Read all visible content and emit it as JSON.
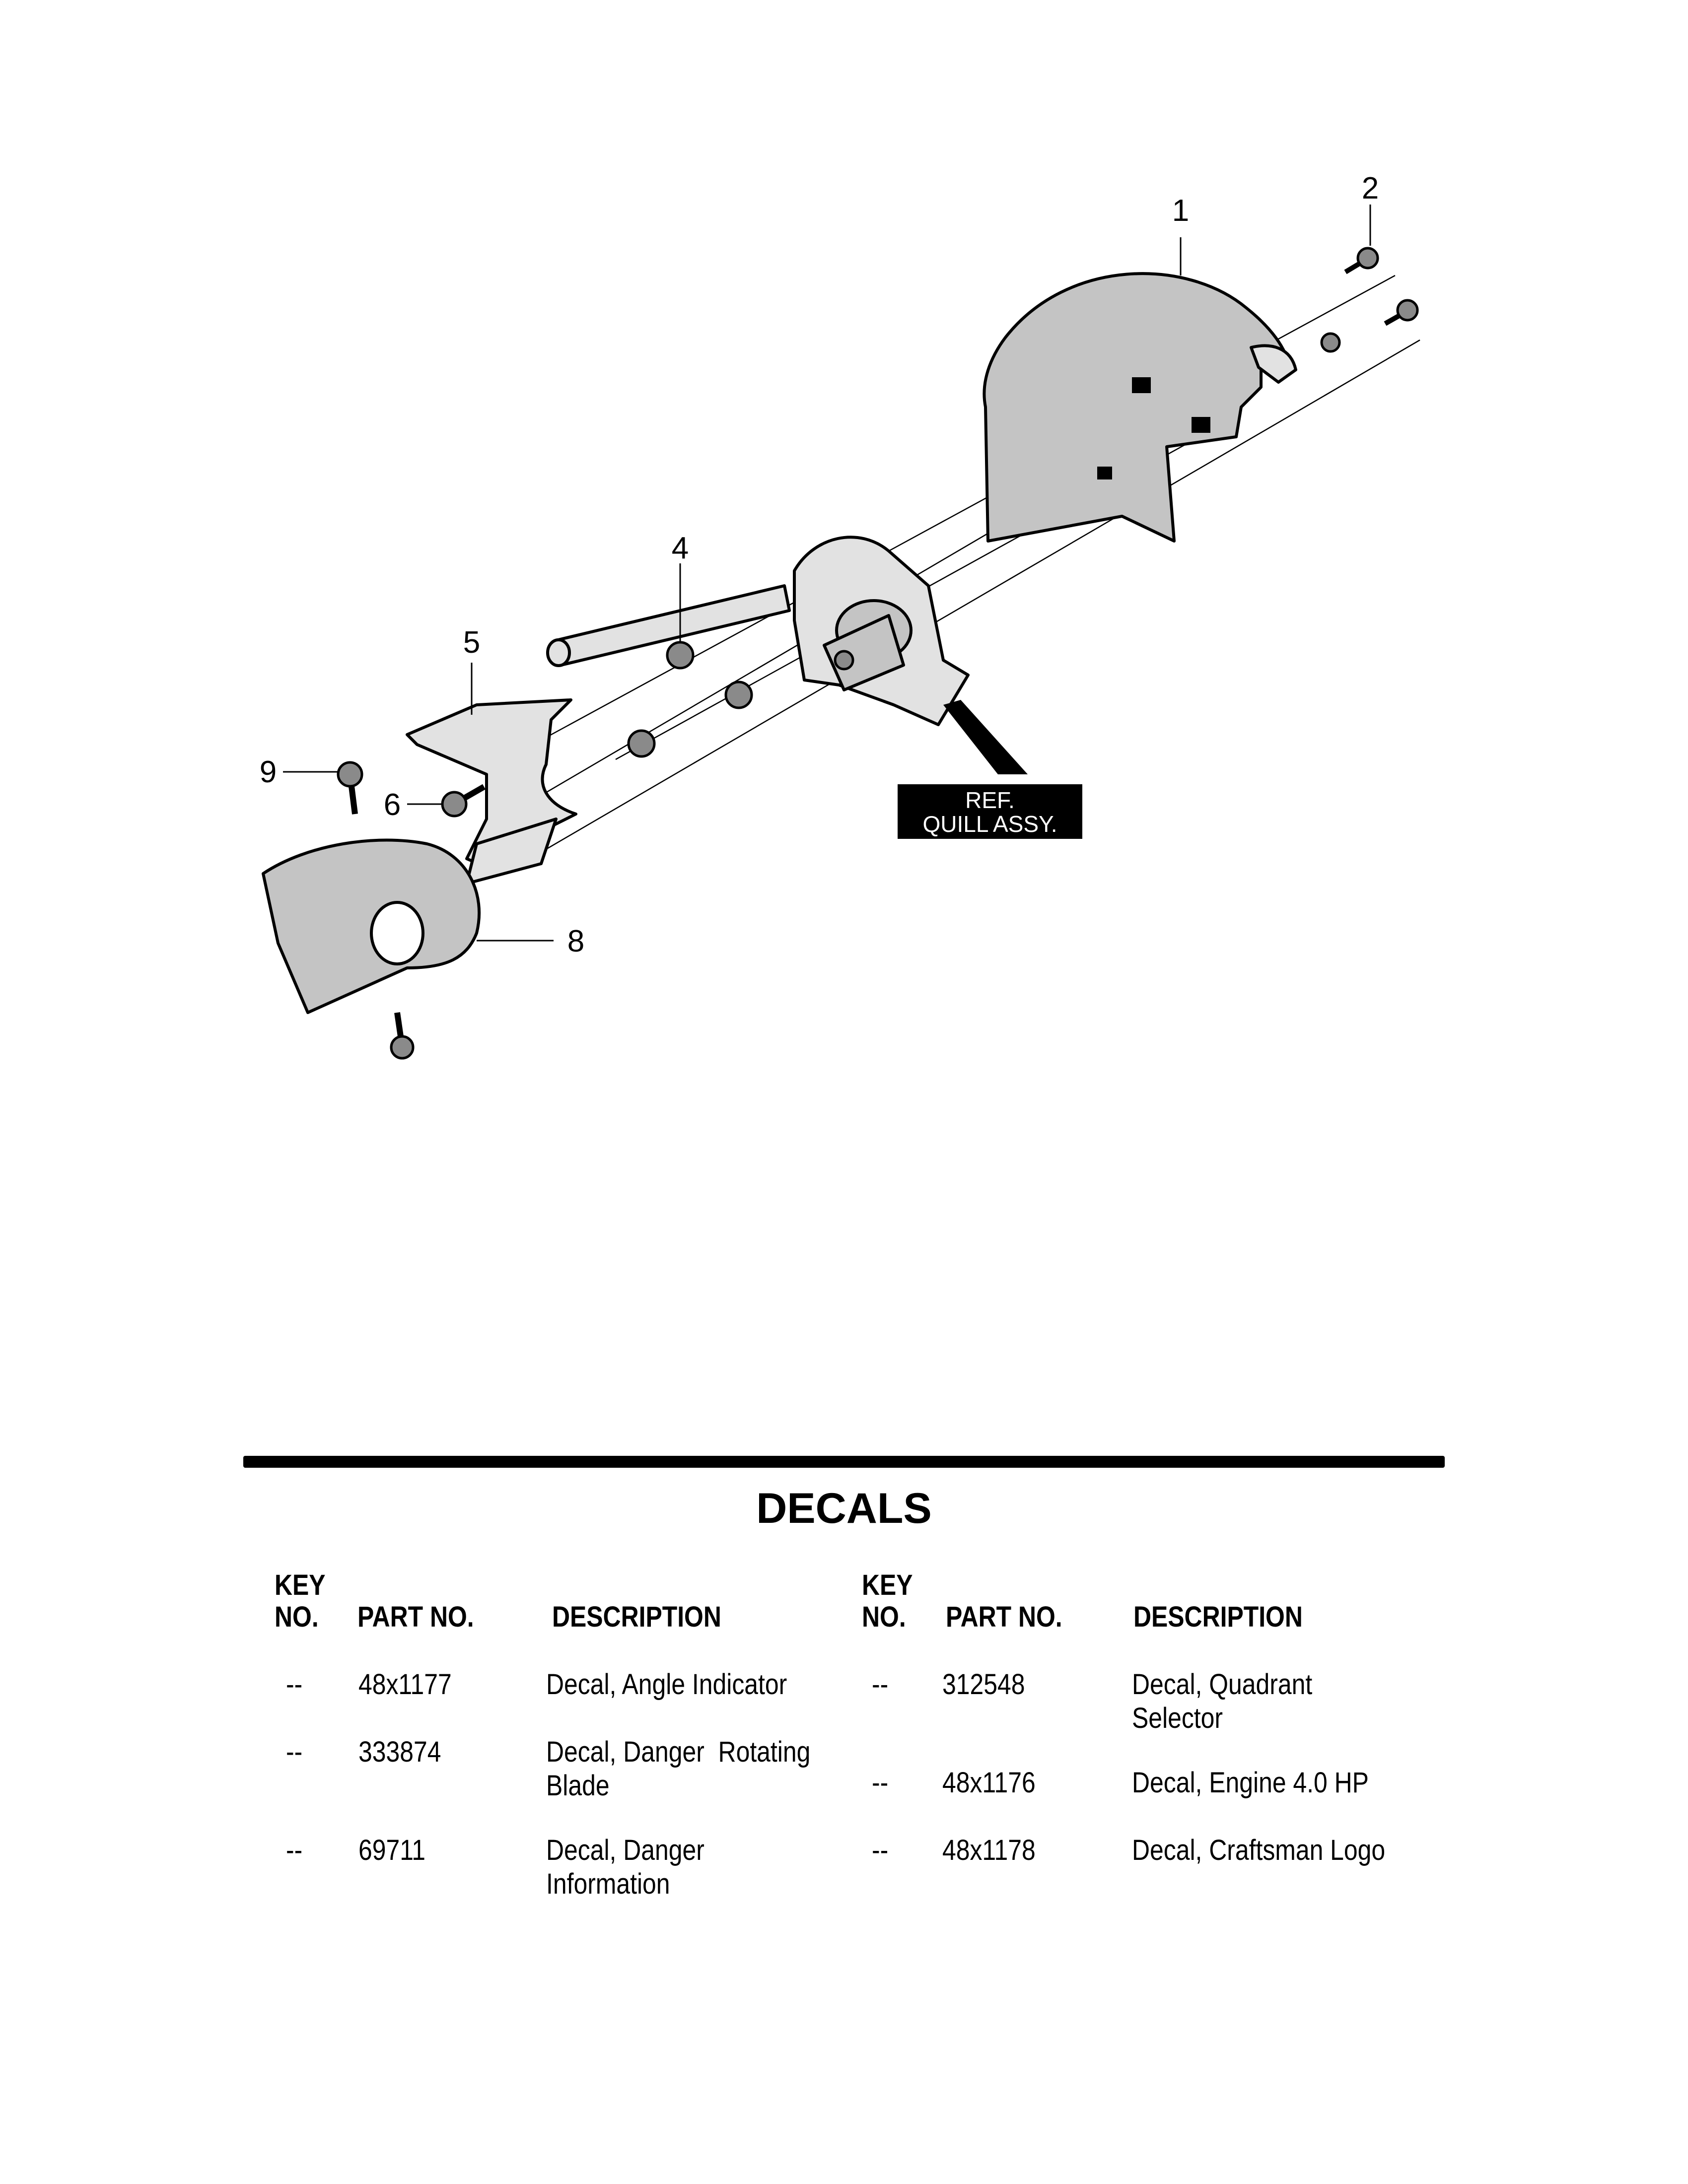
{
  "diagram": {
    "callouts": [
      "1",
      "2",
      "4",
      "5",
      "6",
      "8",
      "9"
    ],
    "ref_box": {
      "line1": "REF.",
      "line2": "QUILL ASSY."
    }
  },
  "decals": {
    "title": "DECALS",
    "headers": {
      "key1": "KEY",
      "key2": "NO.",
      "part": "PART NO.",
      "desc": "DESCRIPTION"
    },
    "left": [
      {
        "key": "--",
        "part": "48x1177",
        "desc1": "Decal, Angle Indicator",
        "desc2": ""
      },
      {
        "key": "--",
        "part": "333874",
        "desc1": "Decal, Danger  Rotating",
        "desc2": "Blade"
      },
      {
        "key": "--",
        "part": "69711",
        "desc1": "Decal, Danger",
        "desc2": "Information"
      }
    ],
    "right": [
      {
        "key": "--",
        "part": "312548",
        "desc1": "Decal, Quadrant",
        "desc2": "Selector"
      },
      {
        "key": "--",
        "part": "48x1176",
        "desc1": "Decal, Engine 4.0 HP",
        "desc2": ""
      },
      {
        "key": "--",
        "part": "48x1178",
        "desc1": "Decal, Craftsman Logo",
        "desc2": ""
      }
    ]
  }
}
